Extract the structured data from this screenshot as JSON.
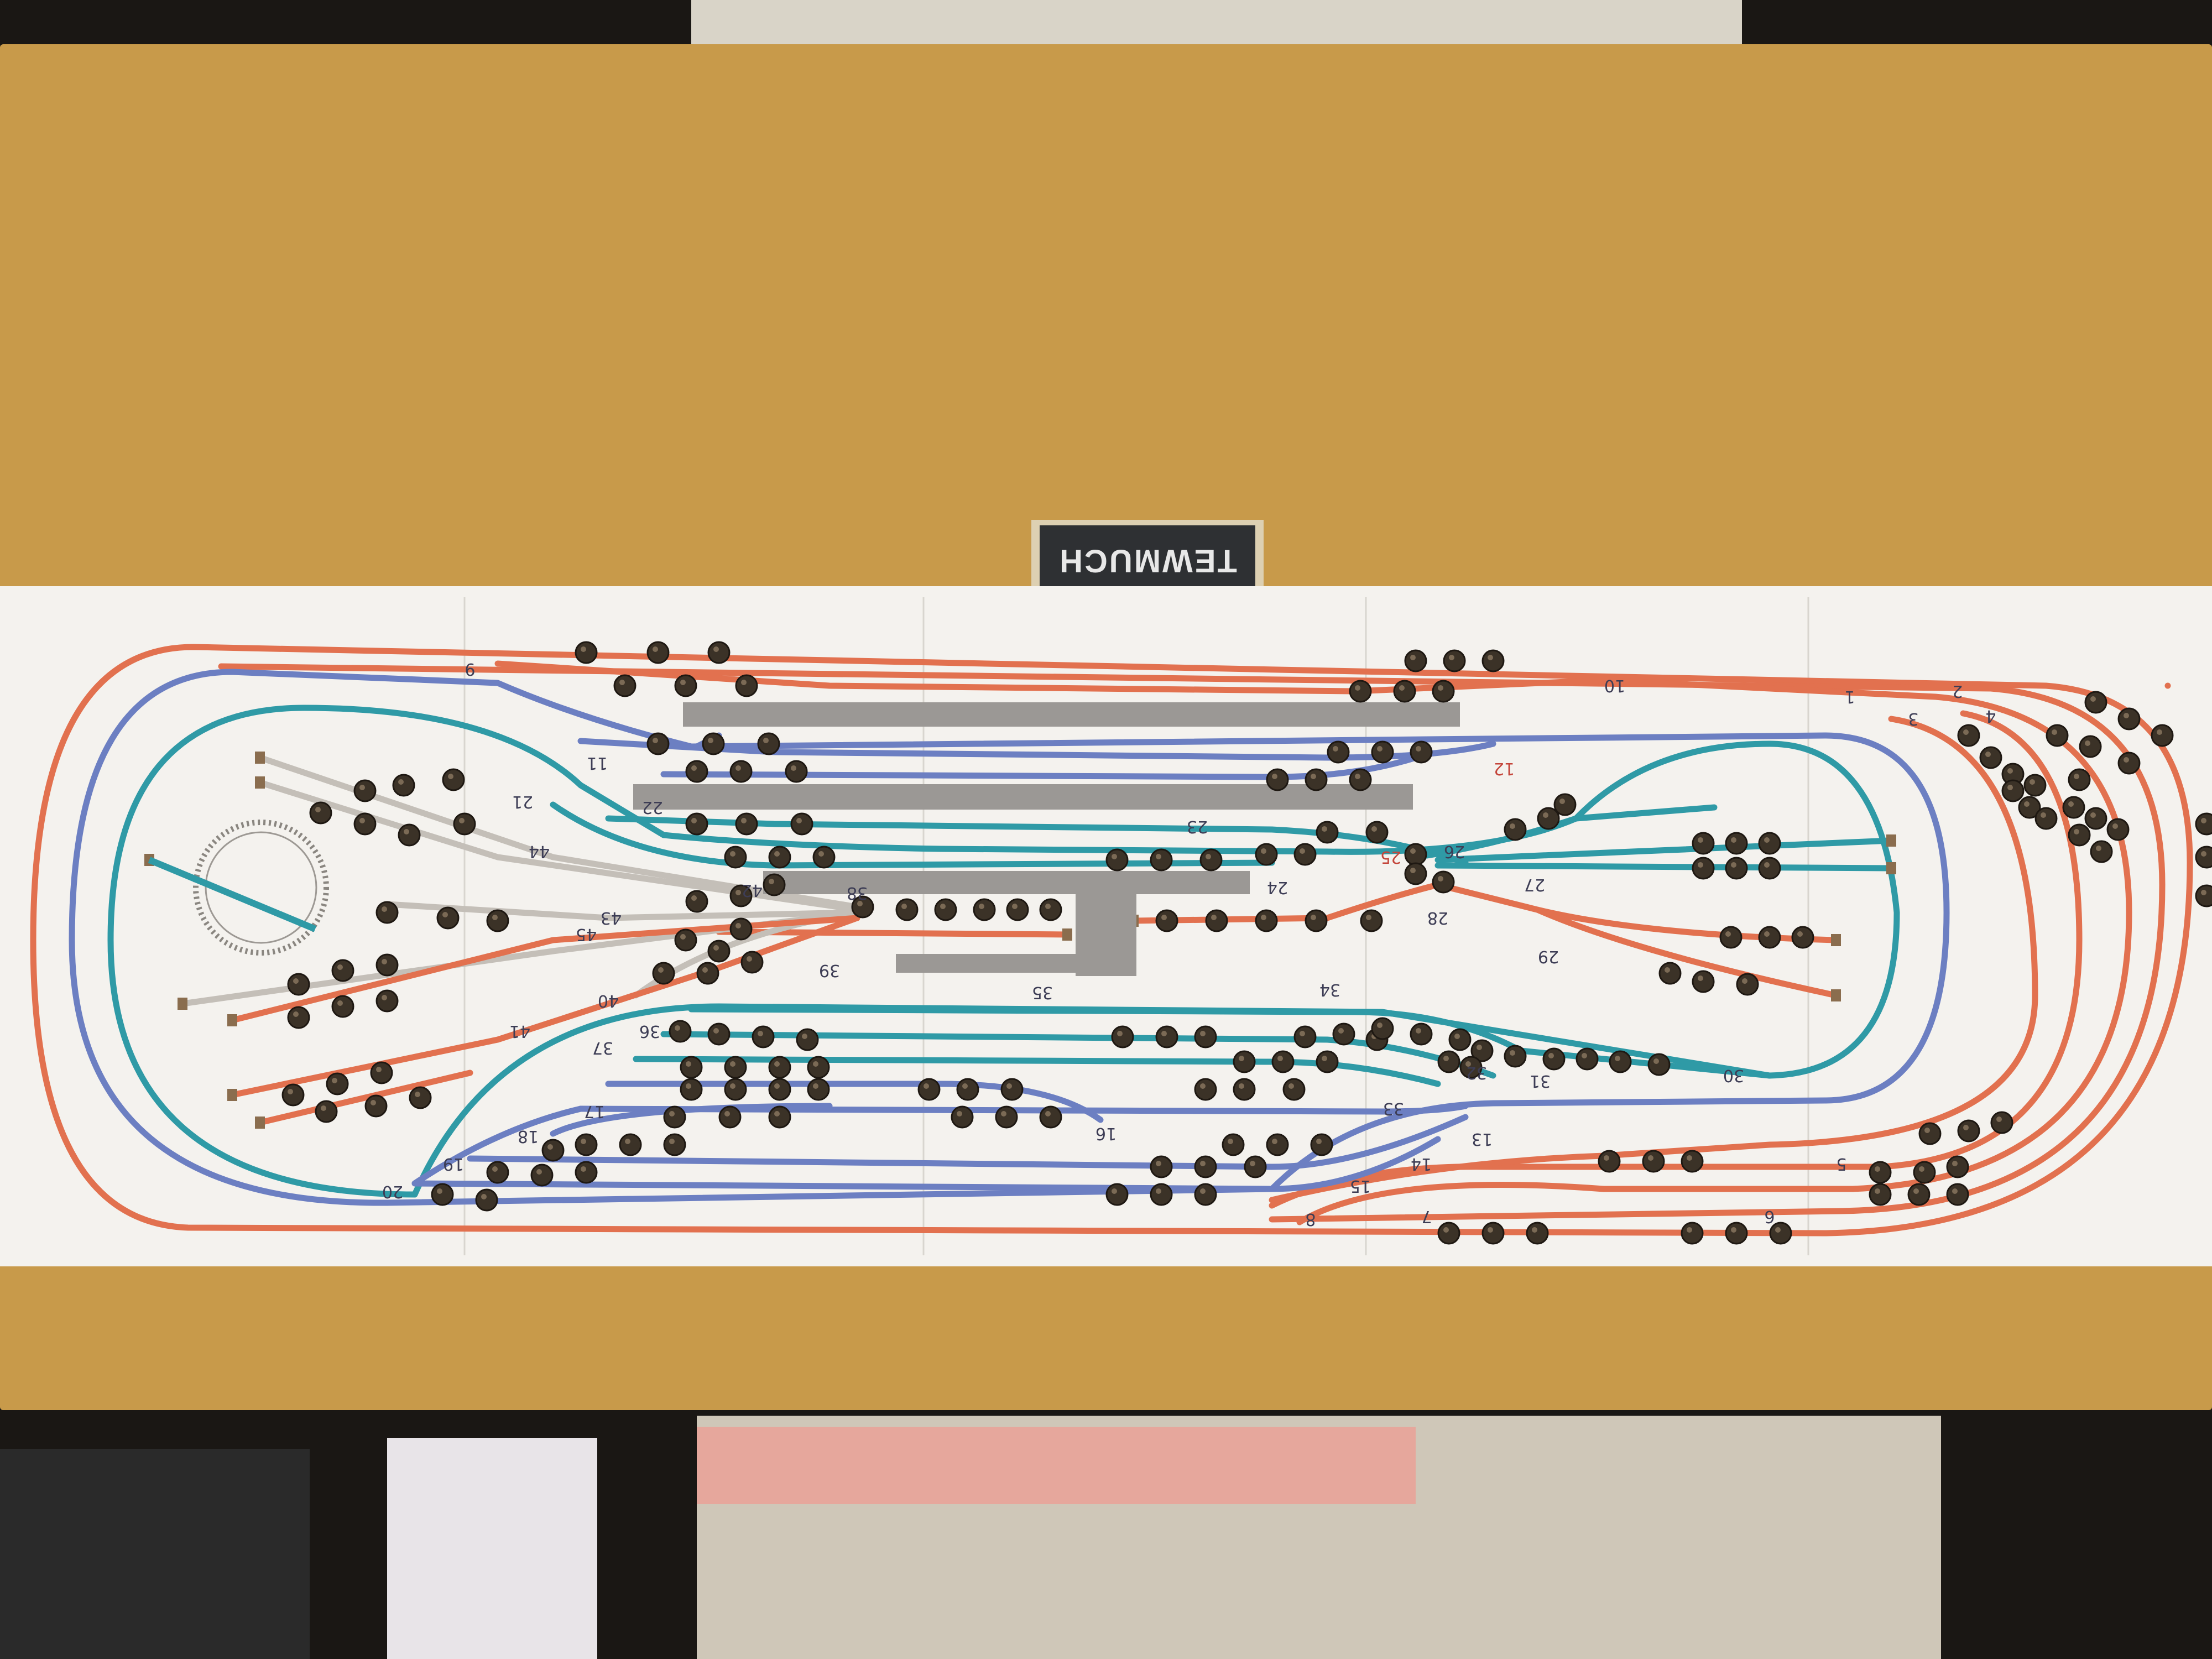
{
  "sign": {
    "text": "TEWMUCH"
  },
  "colors": {
    "board": "#c89a4a",
    "paper": "#f4f2ee",
    "track_orange": "#e2714f",
    "track_blue": "#6c7fc2",
    "track_teal": "#2f9aa6",
    "track_grey": "#c4bfb8",
    "platform": "#9b9895",
    "switch_dot": "#3b3227"
  },
  "track_labels": [
    "1",
    "2",
    "3",
    "4",
    "5",
    "6",
    "7",
    "8",
    "9",
    "10",
    "11",
    "12",
    "13",
    "14",
    "15",
    "16",
    "17",
    "18",
    "19",
    "20",
    "21",
    "22",
    "23",
    "24",
    "25",
    "26",
    "27",
    "28",
    "29",
    "30",
    "31",
    "32",
    "33",
    "34",
    "35",
    "36",
    "37",
    "38",
    "39",
    "40",
    "41",
    "42",
    "43",
    "44",
    "45"
  ],
  "highlighted_labels": [
    "12",
    "25"
  ],
  "icons": [
    "turntable-icon",
    "switch-button-icon"
  ]
}
